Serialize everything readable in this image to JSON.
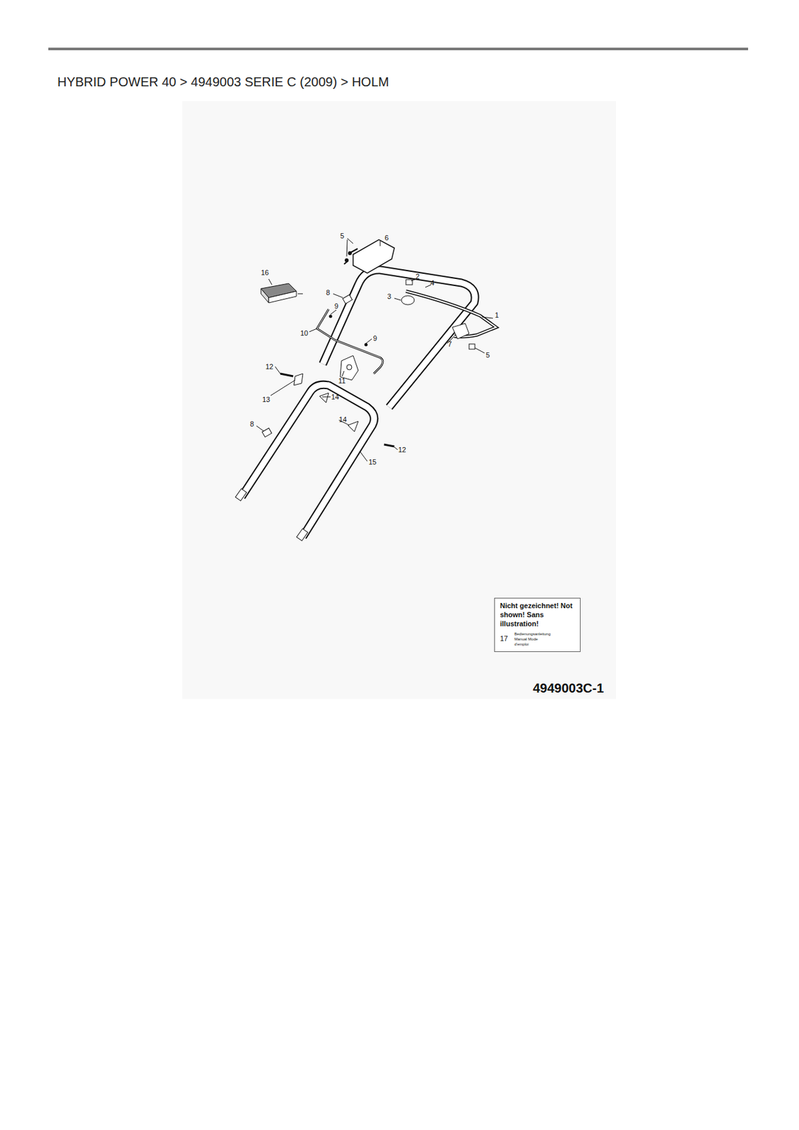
{
  "diagram": {
    "title": "HYBRID POWER 40  >  4949003 SERIE C (2009)  >  HOLM",
    "nodes": [
      {
        "text": [
          "Nicht gezeichnet! Not shown! Sans illustration!",
          "17",
          "Bedienungsanleitung Manual Mode d'emploi"
        ]
      }
    ],
    "labels": [
      "5",
      "6",
      "16",
      "8",
      "2",
      "4",
      "3",
      "1",
      "9",
      "10",
      "9",
      "7",
      "5",
      "11",
      "12",
      "13",
      "14",
      "14",
      "8",
      "12",
      "15",
      "4949003C-1"
    ]
  }
}
